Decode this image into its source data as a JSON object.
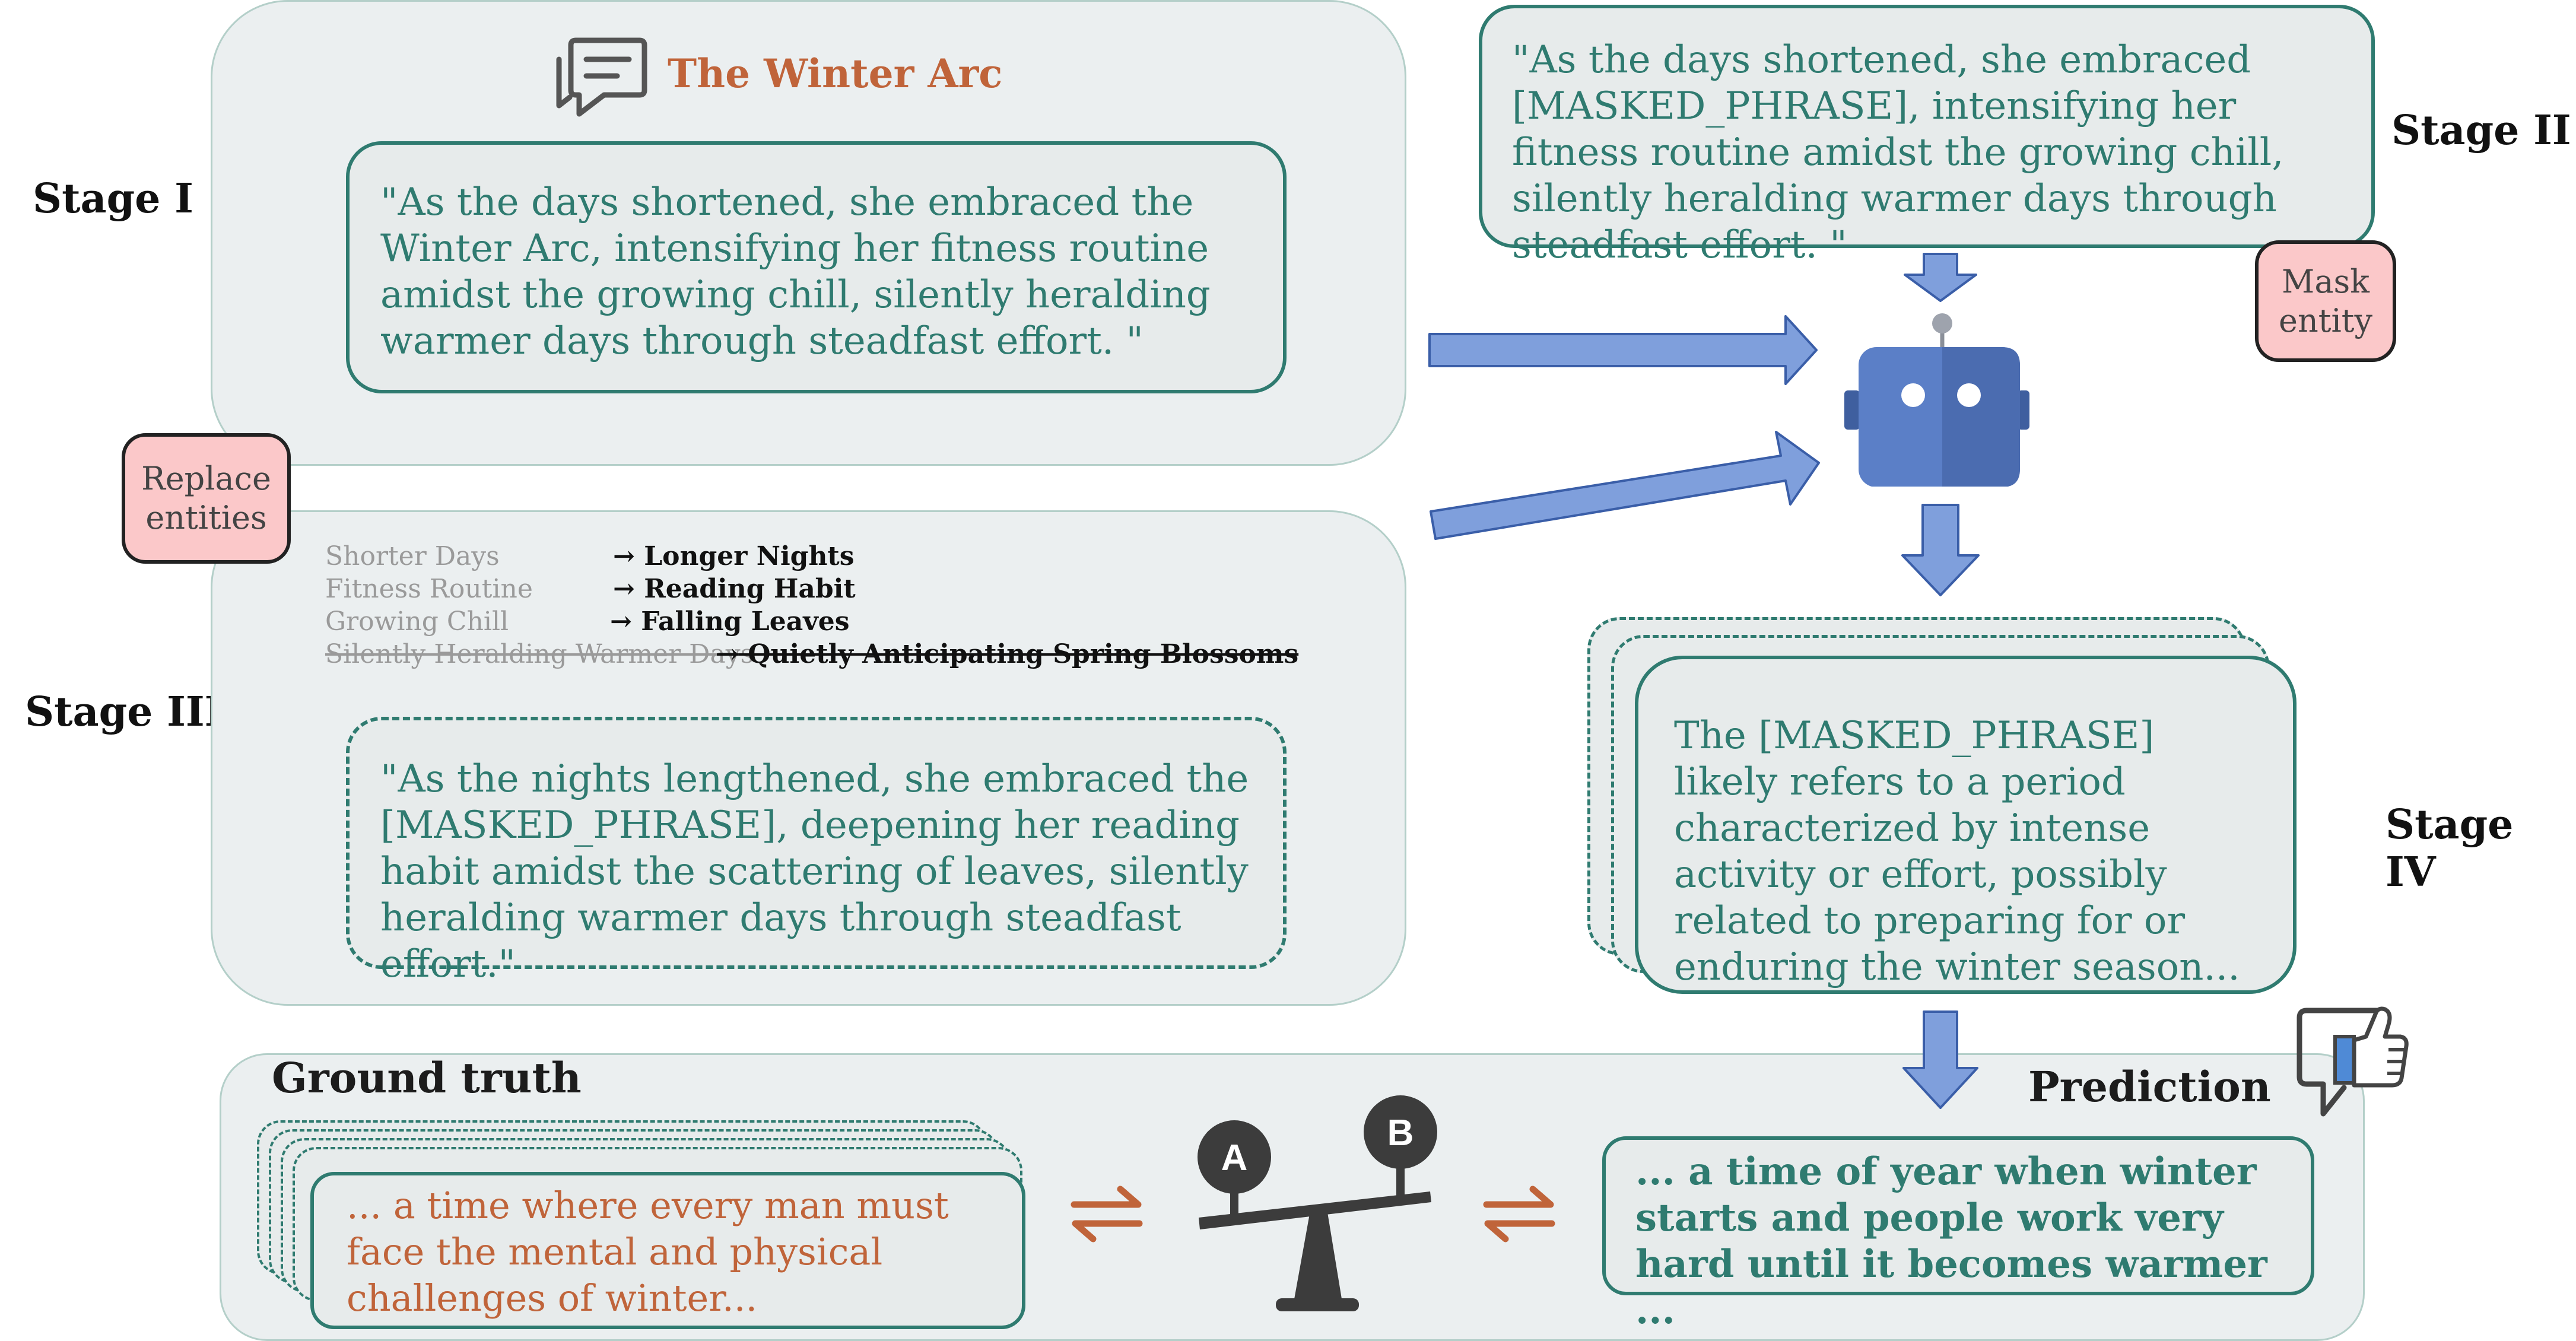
{
  "stages": {
    "stage1": "Stage I",
    "stage2": "Stage II",
    "stage3": "Stage III",
    "stage4": "Stage IV"
  },
  "stage1_panel": {
    "title": "The Winter Arc",
    "original_text": "\"As the days shortened, she embraced the Winter Arc, intensifying her fitness routine amidst the growing chill, silently heralding warmer days through steadfast effort. \""
  },
  "stage2_panel": {
    "masked_text": "\"As the days shortened, she embraced [MASKED_PHRASE], intensifying her fitness routine amidst the growing chill, silently heralding warmer days through steadfast effort. \"",
    "note": "Mask entity"
  },
  "stage3_panel": {
    "note": "Replace entities",
    "substitutions": [
      {
        "from": "Shorter Days",
        "to": "Longer Nights"
      },
      {
        "from": "Fitness Routine",
        "to": "Reading Habit"
      },
      {
        "from": "Growing Chill",
        "to": "Falling Leaves"
      },
      {
        "from": "Silently Heralding Warmer Days",
        "to": "Quietly Anticipating Spring Blossoms"
      }
    ],
    "arrow": "→",
    "rewritten_text": "\"As the nights lengthened, she embraced the [MASKED_PHRASE], deepening her reading habit amidst the scattering of leaves, silently heralding warmer days  through steadfast effort.\""
  },
  "stage4_panel": {
    "model_output": "The [MASKED_PHRASE] likely refers to a period characterized by intense activity or effort, possibly related to preparing for or enduring the winter season..."
  },
  "evaluation": {
    "ground_truth_label": "Ground truth",
    "ground_truth_text": "... a time where every man must face the mental and physical challenges of winter...",
    "prediction_label": "Prediction",
    "prediction_text": "... a time of year when winter starts and people work very hard until it becomes warmer ...",
    "scale_left": "A",
    "scale_right": "B",
    "exchange_symbol": "⇋"
  },
  "icons": {
    "chat": "chat-bubble-icon",
    "robot": "robot-icon",
    "scale": "balance-scale-icon",
    "thumbs": "thumbs-up-icon"
  },
  "colors": {
    "teal": "#2f7b70",
    "orange": "#c0643a",
    "panel_bg": "#ebeff0",
    "note_pink": "#fbc8c9",
    "arrow_blue": "#6f95d8",
    "robot_blue": "#4f70b4"
  }
}
